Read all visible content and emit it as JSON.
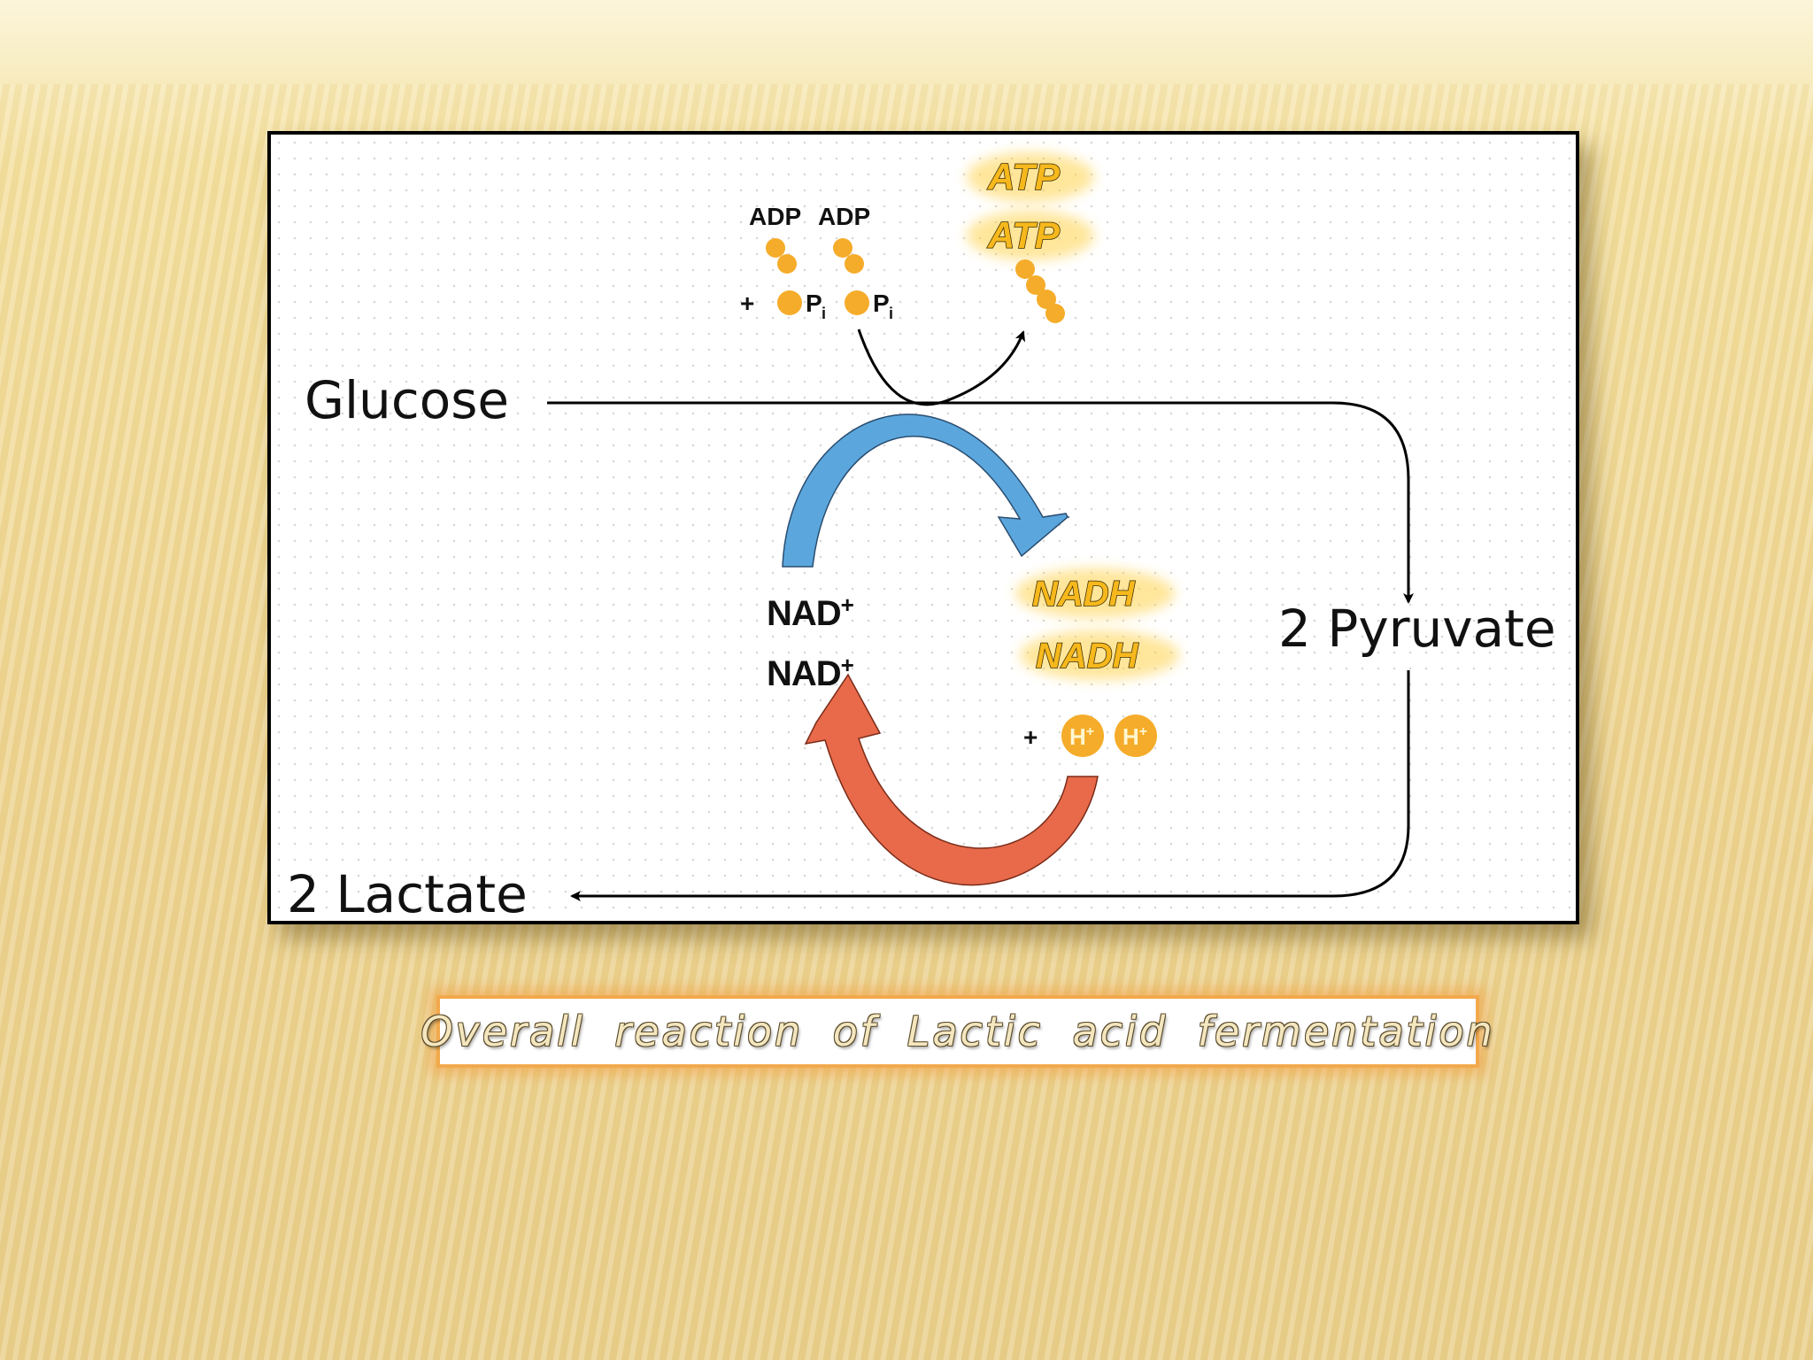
{
  "diagram": {
    "glucose": "Glucose",
    "pyruvate": "2 Pyruvate",
    "lactate": "2 Lactate",
    "adp": "ADP",
    "pi": "P",
    "pi_sub": "i",
    "atp": "ATP",
    "nad": "NAD",
    "nadh": "NADH",
    "h": "H",
    "plus": "+",
    "superscript_plus": "+"
  },
  "caption": "Overall reaction of Lactic acid fermentation",
  "colors": {
    "blue_arrow": "#5ba7dd",
    "red_arrow": "#e86a4b",
    "gold": "#f6b81c",
    "phosphate": "#f5ac2a",
    "caption_border": "#f2a94c"
  }
}
